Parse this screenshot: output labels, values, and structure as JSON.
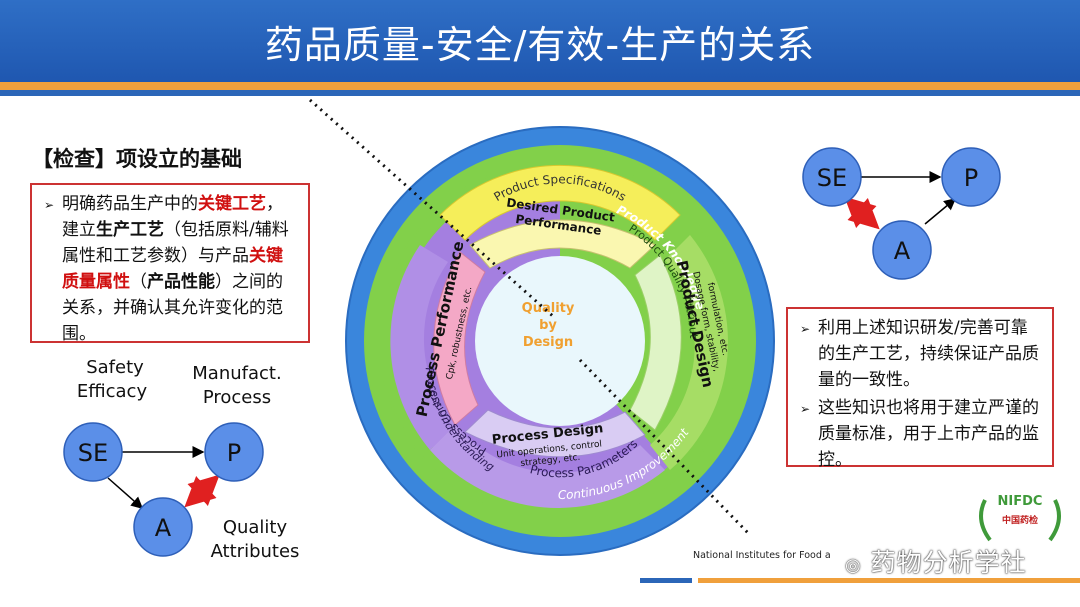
{
  "title": "药品质量-安全/有效-生产的关系",
  "left_heading": "【检查】项设立的基础",
  "left_box": {
    "segments": [
      {
        "text": "明确药品生产中的",
        "style": "normal"
      },
      {
        "text": "关键工艺",
        "style": "red"
      },
      {
        "text": "，建立",
        "style": "normal"
      },
      {
        "text": "生产工艺",
        "style": "bold"
      },
      {
        "text": "（包括原料/辅料属性和工艺参数）与产品",
        "style": "normal"
      },
      {
        "text": "关键质量属性",
        "style": "red"
      },
      {
        "text": "（",
        "style": "normal"
      },
      {
        "text": "产品性能",
        "style": "bold"
      },
      {
        "text": "）之间的关系，并确认其允许变化的范围。",
        "style": "normal"
      }
    ]
  },
  "right_box": {
    "bullets": [
      "利用上述知识研发/完善可靠的生产工艺，持续保证产品质量的一致性。",
      "这些知识也将用于建立严谨的质量标准，用于上市产品的监控。"
    ]
  },
  "triangle_left": {
    "nodes": {
      "se": "SE",
      "p": "P",
      "a": "A"
    },
    "labels": {
      "safety": "Safety",
      "efficacy": "Efficacy",
      "manufact": "Manufact.",
      "process": "Process",
      "quality": "Quality",
      "attributes": "Attributes"
    }
  },
  "triangle_right": {
    "nodes": {
      "se": "SE",
      "p": "P",
      "a": "A"
    }
  },
  "wheel": {
    "center": [
      "Quality",
      "by",
      "Design"
    ],
    "outer_top": "Product Knowledge",
    "outer_bottom": "Continuous Improvement",
    "green_right": "Product Quality Attributes",
    "purple_bottom": "Process Understanding",
    "yellow_top": "Product Specifications",
    "purple_left": "Process Controls",
    "violet_bottom": "Process Parameters",
    "arrows": {
      "top_title": [
        "Desired Product",
        "Performance"
      ],
      "right_title": "Product Design",
      "right_sub": [
        "Dosage form, stability,",
        "formulation, etc."
      ],
      "bottom_title": "Process Design",
      "bottom_sub": [
        "Unit operations, control",
        "strategy, etc."
      ],
      "left_title": "Process Performance",
      "left_sub": "Cpk, robustness, etc."
    },
    "colors": {
      "outer_ring": "#2f7fd6",
      "green": "#8ad24a",
      "yellow": "#f5ee5a",
      "purple": "#a17ee0",
      "center": "#e9f7fc"
    }
  },
  "footer": {
    "text": "National Institutes for Food a",
    "logo_text": "NIFDC",
    "logo_sub": "中国药检",
    "watermark": "药物分析学社"
  }
}
